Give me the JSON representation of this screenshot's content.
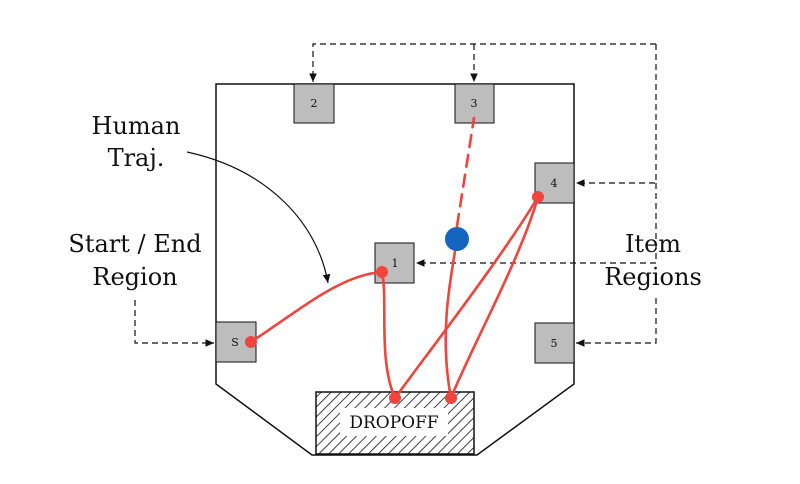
{
  "labels": {
    "human_line1": "Human",
    "human_line2": "Traj.",
    "start_line1": "Start / End",
    "start_line2": "Region",
    "item_line1": "Item",
    "item_line2": "Regions",
    "dropoff": "DROPOFF"
  },
  "regions": [
    {
      "id": "s",
      "label": "S"
    },
    {
      "id": "1",
      "label": "1"
    },
    {
      "id": "2",
      "label": "2"
    },
    {
      "id": "3",
      "label": "3"
    },
    {
      "id": "4",
      "label": "4"
    },
    {
      "id": "5",
      "label": "5"
    }
  ],
  "colors": {
    "trajectory": "#f0443c",
    "robot": "#1565c0",
    "region_fill": "#bdbdbd",
    "outline": "#111111"
  }
}
